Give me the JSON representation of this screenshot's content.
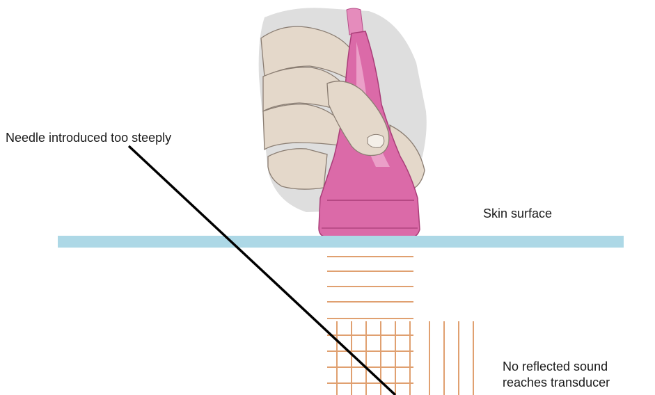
{
  "labels": {
    "needle": "Needle introduced too steeply",
    "skin_surface": "Skin surface",
    "no_reflection_line1": "No reflected sound",
    "no_reflection_line2": "reaches transducer"
  },
  "colors": {
    "skin": "#add8e6",
    "beam": "#e0a070",
    "transducer": "#d8509a",
    "needle": "#000000",
    "hand": "#e2d6c8",
    "glove_bg": "#d9d9d9"
  },
  "icons": {
    "hand_with_probe": "hand-holding-ultrasound-transducer-icon"
  }
}
